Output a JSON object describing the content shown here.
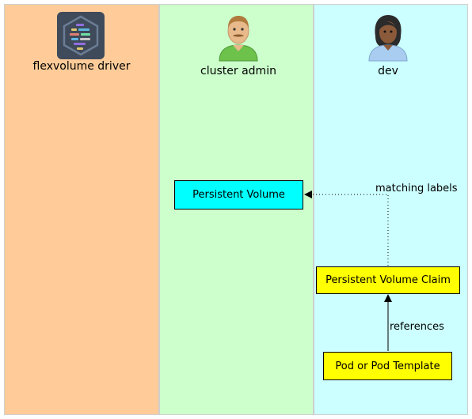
{
  "lanes": {
    "driver": {
      "label": "flexvolume driver",
      "icon": "code-hexagon-icon",
      "color": "#ffcc99"
    },
    "admin": {
      "label": "cluster admin",
      "icon": "man-avatar-icon",
      "color": "#ccffcc"
    },
    "dev": {
      "label": "dev",
      "icon": "woman-avatar-icon",
      "color": "#ccffff"
    }
  },
  "nodes": {
    "pv": {
      "label": "Persistent Volume",
      "color": "#00ffff"
    },
    "pvc": {
      "label": "Persistent Volume Claim",
      "color": "#ffff00"
    },
    "pod": {
      "label": "Pod or Pod Template",
      "color": "#ffff00"
    }
  },
  "edges": {
    "pvc_to_pv": {
      "label": "matching labels",
      "style": "dotted"
    },
    "pod_to_pvc": {
      "label": "references",
      "style": "solid"
    }
  }
}
